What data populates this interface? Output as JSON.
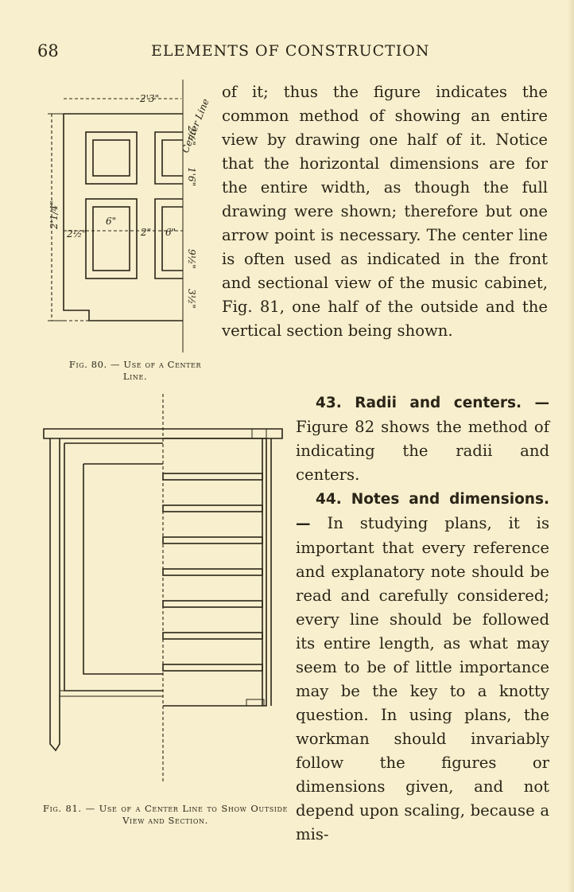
{
  "header": {
    "page_number": "68",
    "running_title": "ELEMENTS OF CONSTRUCTION"
  },
  "fig80": {
    "caption": "Fig. 80. — Use of a Center Line.",
    "dim_width": "2'3\"",
    "dim_height": "2'1/4\"",
    "dim_stile_left": "2½\"",
    "dim_panel": "6\"",
    "dim_mid": "2\"",
    "dim_panel_right": "6\"",
    "dim_top": "2½\"",
    "dim_right_1": "1'6\"",
    "dim_right_2": "9½\"",
    "dim_bottom": "3½\"",
    "center_line_label": "Center Line"
  },
  "fig81": {
    "caption": "Fig. 81. — Use of a Center Line to Show Outside View and Section."
  },
  "body": {
    "para1": "of it; thus the figure indicates the common method of showing an entire view by drawing one half of it. Notice that the horizontal dimensions are for the entire width, as though the full drawing were shown; therefore but one arrow point is necessary. The center line is often used as indicated in the front and sectional view of the music cabinet, Fig. 81, one half of the outside and the vertical section being shown.",
    "sec43_head": "43. Radii and centers. —",
    "sec43_body": "Figure 82 shows the method of indicating the radii and centers.",
    "sec44_head": "44. Notes and dimensions. —",
    "sec44_body": "In studying plans, it is important that every reference and explanatory note should be read and carefully considered; every line should be followed its entire length, as what may seem to be of little importance may be the key to a knotty question. In using plans, the workman should invariably follow the figures or dimensions given, and not depend upon scaling, because a mis-"
  }
}
